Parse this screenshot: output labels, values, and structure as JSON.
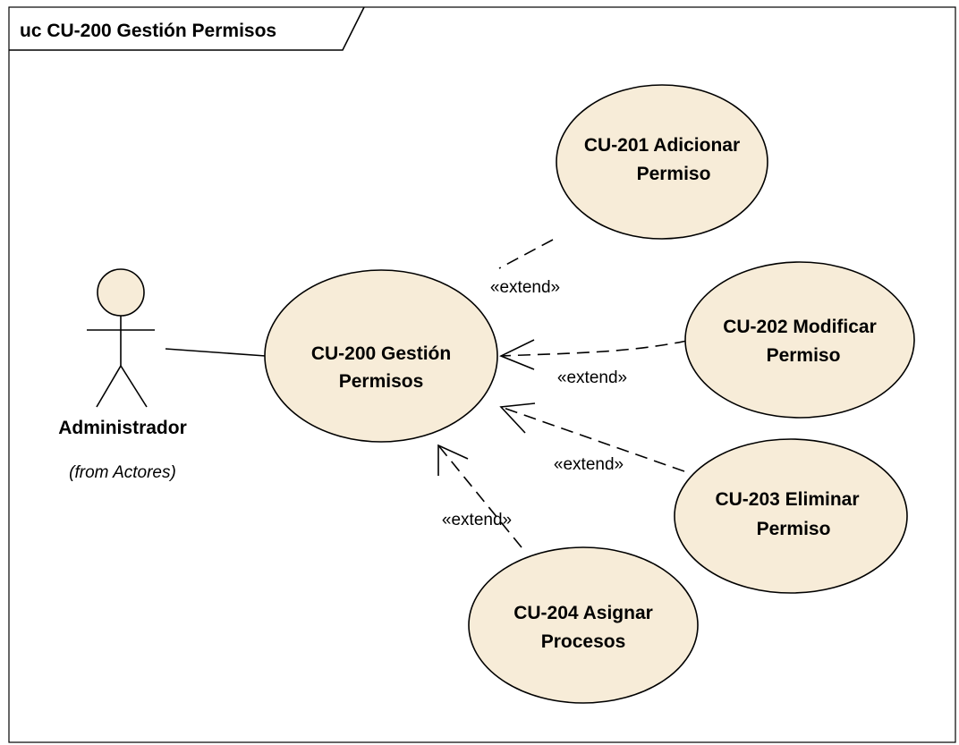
{
  "frame": {
    "title": "uc CU-200 Gestión Permisos"
  },
  "actor": {
    "name": "Administrador",
    "origin": "(from Actores)"
  },
  "use_cases": {
    "main": {
      "line1": "CU-200 Gestión",
      "line2": "Permisos"
    },
    "uc201": {
      "line1": "CU-201 Adicionar",
      "line2": "Permiso"
    },
    "uc202": {
      "line1": "CU-202 Modificar",
      "line2": "Permiso"
    },
    "uc203": {
      "line1": "CU-203 Eliminar",
      "line2": "Permiso"
    },
    "uc204": {
      "line1": "CU-204 Asignar",
      "line2": "Procesos"
    }
  },
  "relations": {
    "extend_label": "«extend»"
  },
  "colors": {
    "use_case_fill": "#f7ecd8",
    "stroke": "#000000",
    "background": "#ffffff"
  }
}
